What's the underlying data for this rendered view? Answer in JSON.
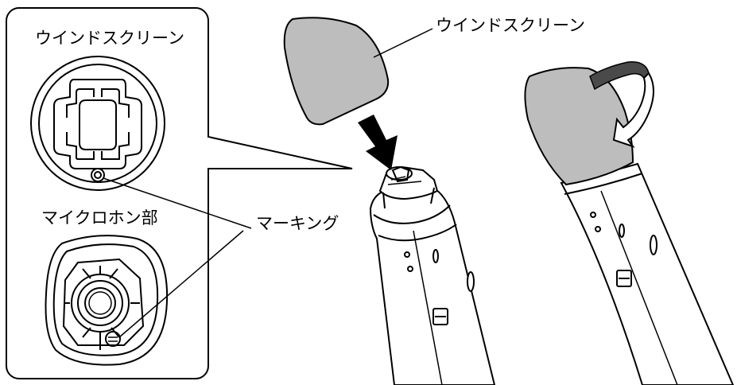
{
  "labels": {
    "inset_windscreen": "ウインドスクリーン",
    "mic_unit": "マイクロホン部",
    "marking": "マーキング",
    "windscreen": "ウインドスクリーン"
  },
  "colors": {
    "windscreen_fill": "#bdbdbd",
    "rotation_arrow_fill": "#4a4a4a",
    "line": "#000000"
  },
  "icons": {
    "insert_arrow": "down-arrow-icon",
    "rotate_arrow": "rotate-clockwise-icon"
  }
}
